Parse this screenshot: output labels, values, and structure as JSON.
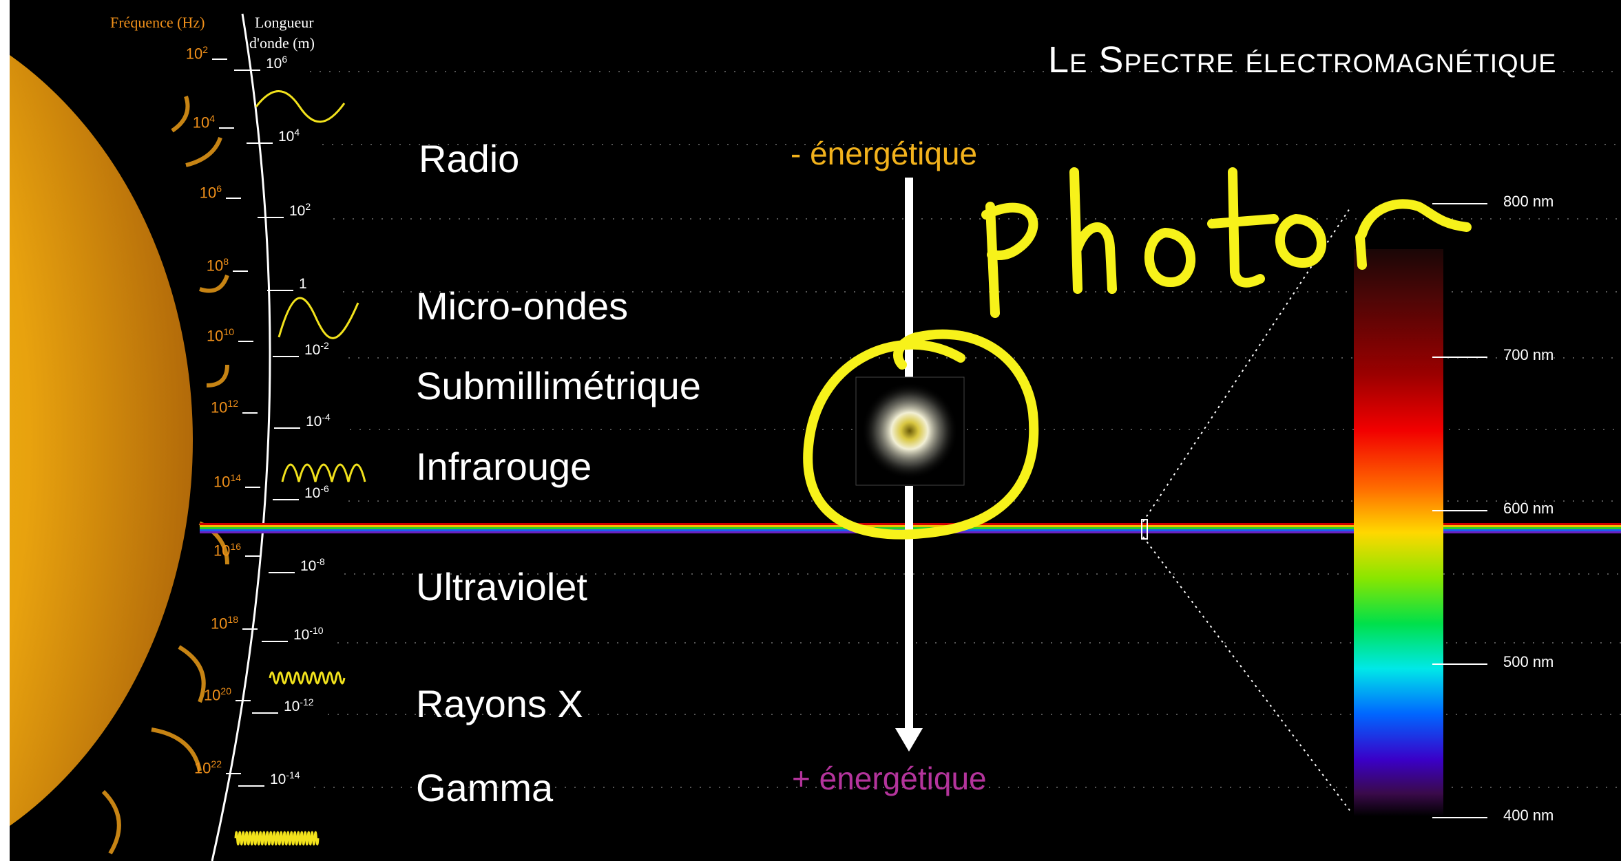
{
  "title": "Le Spectre électromagnétique",
  "header": {
    "frequency_label": "Fréquence (Hz)",
    "wavelength_label_line1": "Longueur",
    "wavelength_label_line2": "d'onde (m)"
  },
  "frequency_scale": [
    {
      "base": "10",
      "exp": "2"
    },
    {
      "base": "10",
      "exp": "4"
    },
    {
      "base": "10",
      "exp": "6"
    },
    {
      "base": "10",
      "exp": "8"
    },
    {
      "base": "10",
      "exp": "10"
    },
    {
      "base": "10",
      "exp": "12"
    },
    {
      "base": "10",
      "exp": "14"
    },
    {
      "base": "10",
      "exp": "16"
    },
    {
      "base": "10",
      "exp": "18"
    },
    {
      "base": "10",
      "exp": "20"
    },
    {
      "base": "10",
      "exp": "22"
    }
  ],
  "wavelength_scale": [
    {
      "base": "10",
      "exp": "6"
    },
    {
      "base": "10",
      "exp": "4"
    },
    {
      "base": "10",
      "exp": "2"
    },
    {
      "base": "1",
      "exp": ""
    },
    {
      "base": "10",
      "exp": "-2"
    },
    {
      "base": "10",
      "exp": "-4"
    },
    {
      "base": "10",
      "exp": "-6"
    },
    {
      "base": "10",
      "exp": "-8"
    },
    {
      "base": "10",
      "exp": "-10"
    },
    {
      "base": "10",
      "exp": "-12"
    },
    {
      "base": "10",
      "exp": "-14"
    }
  ],
  "bands": [
    "Radio",
    "Micro-ondes",
    "Submillimétrique",
    "Infrarouge",
    "Ultraviolet",
    "Rayons X",
    "Gamma"
  ],
  "energy": {
    "top": "- énergétique",
    "bottom": "+ énergétique",
    "top_color": "#f2b21c",
    "bottom_color": "#b4349c"
  },
  "visible_scale": [
    "800 nm",
    "700 nm",
    "600 nm",
    "500 nm",
    "400 nm"
  ],
  "handwritten_annotation": "Photon",
  "colors": {
    "frequency_labels": "#f0901a",
    "wave_glyphs": "#f2e21c",
    "annotation": "#f7f21a"
  }
}
